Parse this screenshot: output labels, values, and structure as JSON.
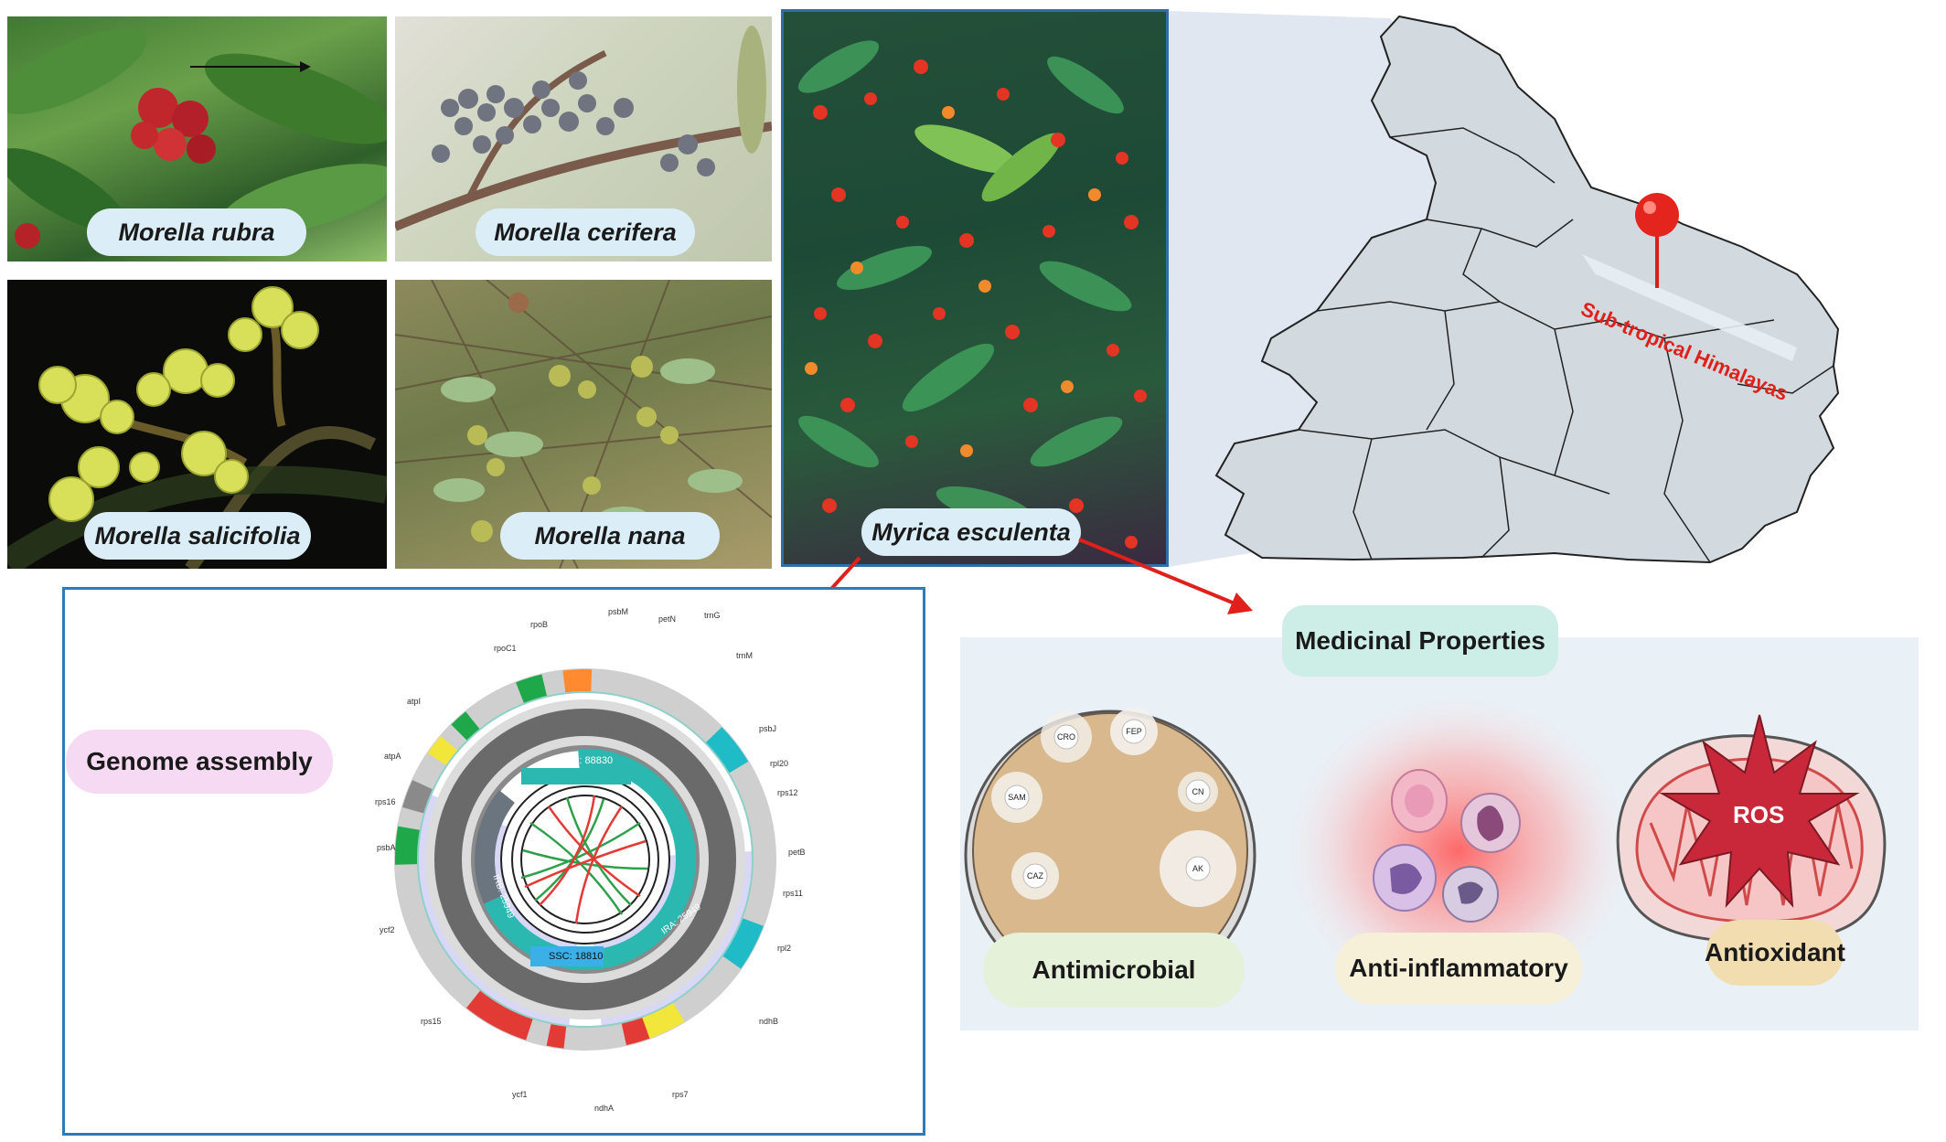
{
  "species": {
    "morella_rubra": "Morella rubra",
    "morella_cerifera": "Morella cerifera",
    "morella_salicifolia": "Morella salicifolia",
    "morella_nana": "Morella nana",
    "myrica_esculenta": "Myrica esculenta"
  },
  "map": {
    "location_label": "Sub-tropical Himalayas"
  },
  "genome": {
    "label": "Genome assembly",
    "lsc": "LSC: 88830",
    "ssc": "SSC: 18810",
    "ira": "IRA: 25949",
    "irb": "IRB: 25949"
  },
  "medicinal": {
    "title": "Medicinal Properties",
    "antimicrobial": "Antimicrobial",
    "anti_inflammatory": "Anti-inflammatory",
    "antioxidant": "Antioxidant",
    "ros": "ROS",
    "discs": [
      "CRO",
      "FEP",
      "SAM",
      "CN",
      "CAZ",
      "AK"
    ]
  },
  "colors": {
    "accent_red": "#e0201a",
    "frame_blue": "#2e7bb8",
    "pill_blue": "#dbeef7",
    "pill_pink": "#f6d9f2",
    "pill_mint": "#cdeee7",
    "pill_green": "#e6f1d9",
    "pill_cream": "#f7f0d8",
    "pill_tan": "#f2ddb0"
  }
}
